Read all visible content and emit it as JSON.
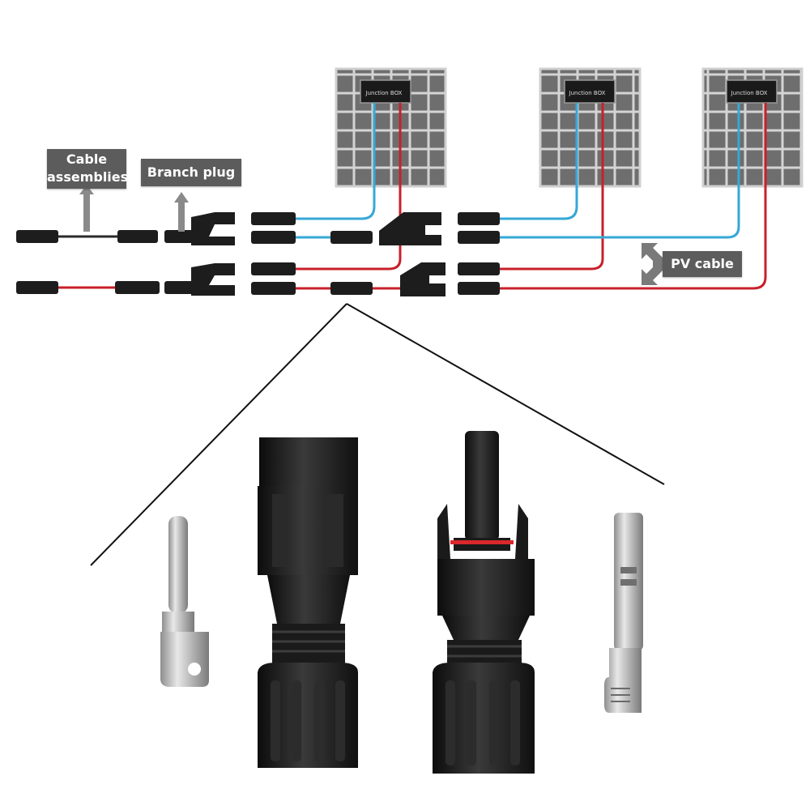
{
  "labels": {
    "cable_assemblies_line1": "Cable",
    "cable_assemblies_line2": "assemblies",
    "branch_plug": "Branch plug",
    "pv_cable": "PV cable",
    "junction_box": "Junction BOX"
  },
  "colors": {
    "positive_wire": "#c8202a",
    "negative_wire": "#35a8d6",
    "connector_body": "#1d1d1d",
    "label_bg": "#5c5c5c",
    "panel_cell": "#6d6d6d",
    "panel_frame": "#cfcfcf",
    "seal_ring": "#d8282c",
    "metal_pin": "#b5b5b5"
  },
  "icons": [
    "double-arrow-icon",
    "up-arrow-icon"
  ]
}
